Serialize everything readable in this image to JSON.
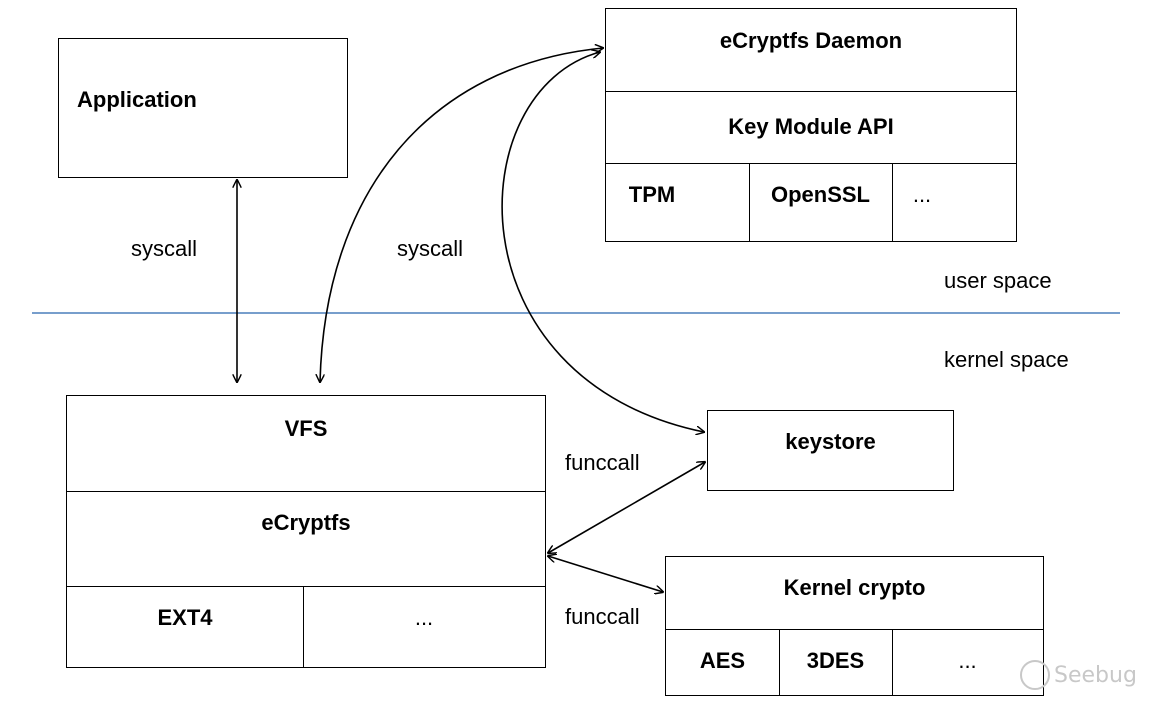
{
  "application": {
    "label": "Application"
  },
  "daemon": {
    "title": "eCryptfs Daemon",
    "api": "Key Module API",
    "modules": [
      "TPM",
      "OpenSSL",
      "..."
    ]
  },
  "vfs_stack": {
    "vfs": "VFS",
    "ecryptfs": "eCryptfs",
    "fs": [
      "EXT4",
      "..."
    ]
  },
  "keystore": {
    "label": "keystore"
  },
  "kernel_crypto": {
    "title": "Kernel crypto",
    "algorithms": [
      "AES",
      "3DES",
      "..."
    ]
  },
  "edges": {
    "app_syscall": "syscall",
    "daemon_syscall": "syscall",
    "keystore_funccall": "funccall",
    "crypto_funccall": "funccall"
  },
  "space_labels": {
    "user": "user space",
    "kernel": "kernel space"
  },
  "colors": {
    "boundary_line": "#4a7ebb",
    "stroke": "#000000",
    "watermark": "#c8c8c8"
  },
  "watermark": {
    "text": "Seebug"
  }
}
